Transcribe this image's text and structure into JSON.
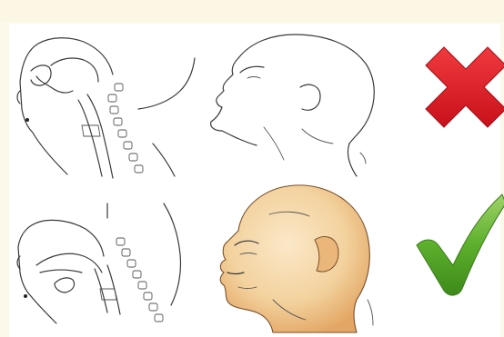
{
  "figure": {
    "rows": [
      {
        "id": "incorrect",
        "status": "incorrect",
        "status_icon": "red-cross-icon",
        "status_color": "#e3222b"
      },
      {
        "id": "correct",
        "status": "correct",
        "status_icon": "green-check-icon",
        "status_color": "#5caf2c"
      }
    ],
    "colors": {
      "background": "#fcf9ea",
      "panel": "#ffffff",
      "line": "#3a3a3a",
      "skin": "#f3d6a8"
    }
  }
}
